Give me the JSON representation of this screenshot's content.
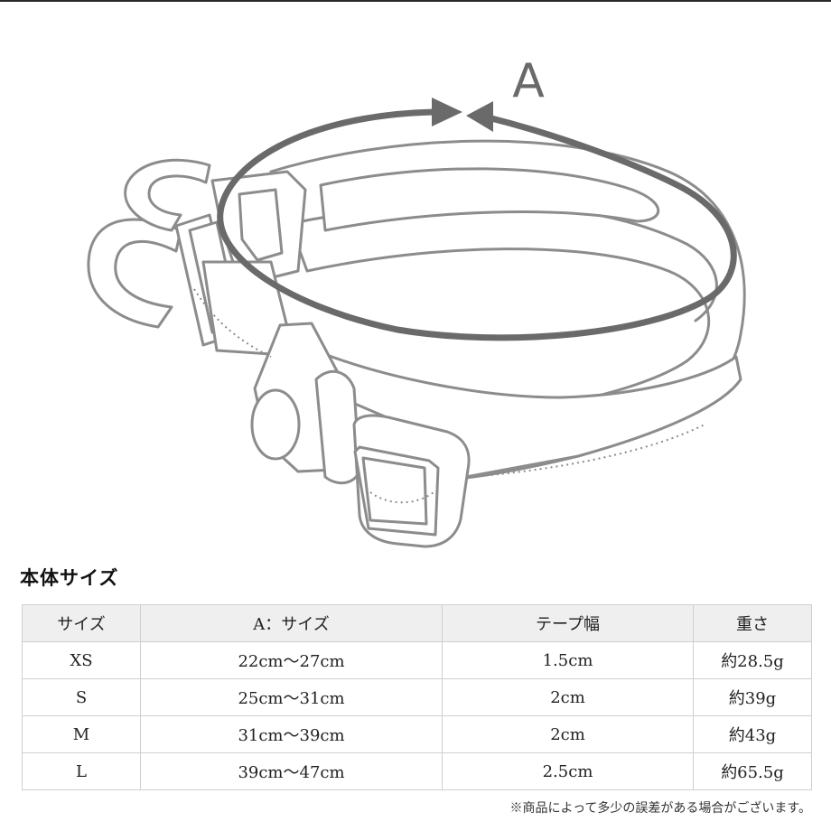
{
  "illustration": {
    "arrow_label": "A",
    "colors": {
      "outline": "#8c8c8c",
      "arrow": "#6a6a6a",
      "fill": "#ffffff"
    }
  },
  "section_title": "本体サイズ",
  "table": {
    "headers": [
      "サイズ",
      "A：サイズ",
      "テープ幅",
      "重さ"
    ],
    "rows": [
      [
        "XS",
        "22cm〜27cm",
        "1.5cm",
        "約28.5g"
      ],
      [
        "S",
        "25cm〜31cm",
        "2cm",
        "約39g"
      ],
      [
        "M",
        "31cm〜39cm",
        "2cm",
        "約43g"
      ],
      [
        "L",
        "39cm〜47cm",
        "2.5cm",
        "約65.5g"
      ]
    ]
  },
  "footnote": "※商品によって多少の誤差がある場合がございます。"
}
